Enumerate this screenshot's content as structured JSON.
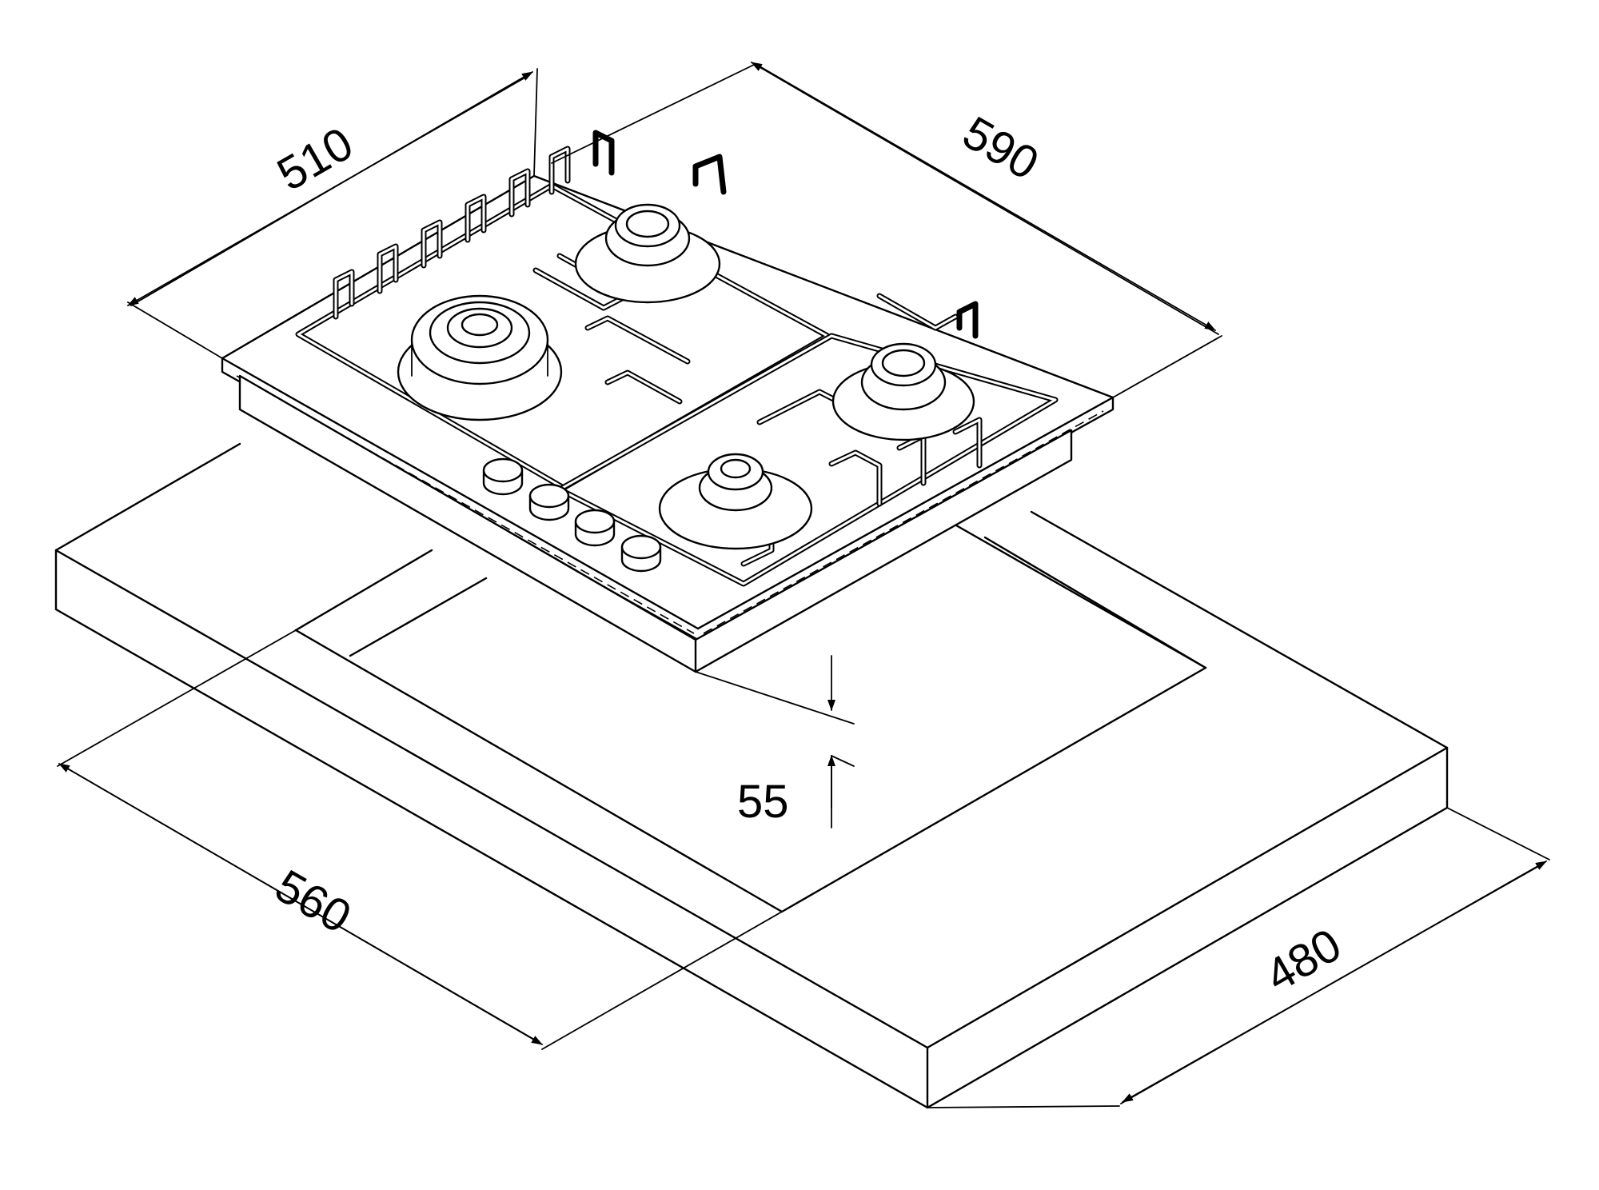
{
  "dimensions": {
    "hob_depth": "510",
    "hob_width": "590",
    "hob_height": "55",
    "cutout_width": "560",
    "cutout_depth": "480"
  }
}
